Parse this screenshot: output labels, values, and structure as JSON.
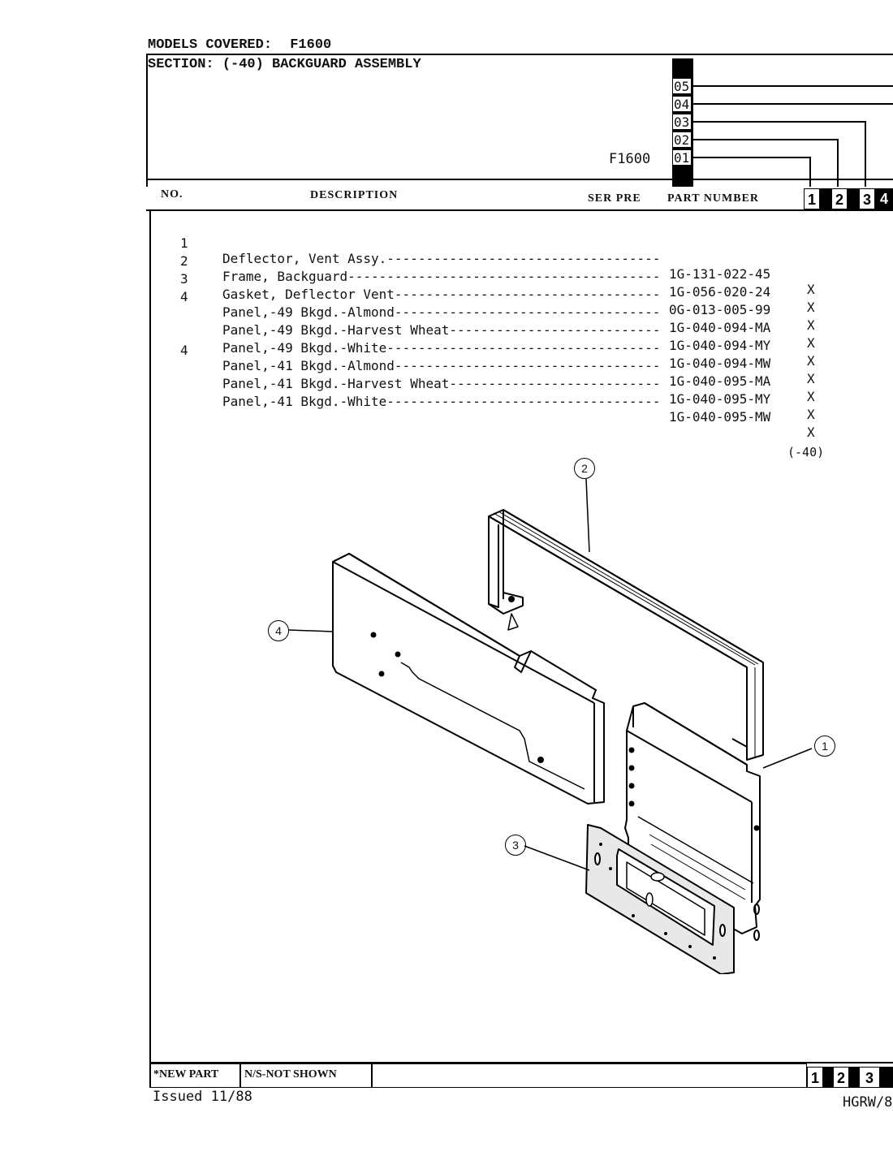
{
  "header": {
    "models_label": "MODELS COVERED:",
    "models_value": "F1600",
    "section": "SECTION: (-40) BACKGUARD ASSEMBLY",
    "model_label": "F1600"
  },
  "model_codes": [
    "05",
    "04",
    "03",
    "02",
    "01"
  ],
  "columns": {
    "no": "NO.",
    "description": "DESCRIPTION",
    "ser_pre": "SER PRE",
    "part_number": "PART NUMBER",
    "col_numbers": [
      "1",
      "2",
      "3",
      "4"
    ]
  },
  "parts": [
    {
      "no": "1",
      "desc": "Deflector, Vent Assy.",
      "pn": "1G-131-022-45",
      "mark": "X"
    },
    {
      "no": "2",
      "desc": "Frame, Backguard",
      "pn": "1G-056-020-24",
      "mark": "X"
    },
    {
      "no": "3",
      "desc": "Gasket, Deflector Vent",
      "pn": "0G-013-005-99",
      "mark": "X"
    },
    {
      "no": "4",
      "desc": "Panel,-49 Bkgd.-Almond",
      "pn": "1G-040-094-MA",
      "mark": "X"
    },
    {
      "no": "",
      "desc": "Panel,-49 Bkgd.-Harvest Wheat",
      "pn": "1G-040-094-MY",
      "mark": "X"
    },
    {
      "no": "",
      "desc": "Panel,-49 Bkgd.-White",
      "pn": "1G-040-094-MW",
      "mark": "X"
    },
    {
      "no": "4",
      "desc": "Panel,-41 Bkgd.-Almond",
      "pn": "1G-040-095-MA",
      "mark": "X"
    },
    {
      "no": "",
      "desc": "Panel,-41 Bkgd.-Harvest Wheat",
      "pn": "1G-040-095-MY",
      "mark": "X"
    },
    {
      "no": "",
      "desc": "Panel,-41 Bkgd.-White",
      "pn": "1G-040-095-MW",
      "mark": "X"
    }
  ],
  "diagram": {
    "section_ref": "(-40)",
    "callouts": [
      "1",
      "2",
      "3",
      "4"
    ]
  },
  "footer": {
    "new_part": "*NEW PART",
    "not_shown": "N/S-NOT SHOWN",
    "col_numbers": [
      "1",
      "2",
      "3"
    ],
    "issued": "Issued 11/88",
    "doc_code": "HGRW/8"
  }
}
